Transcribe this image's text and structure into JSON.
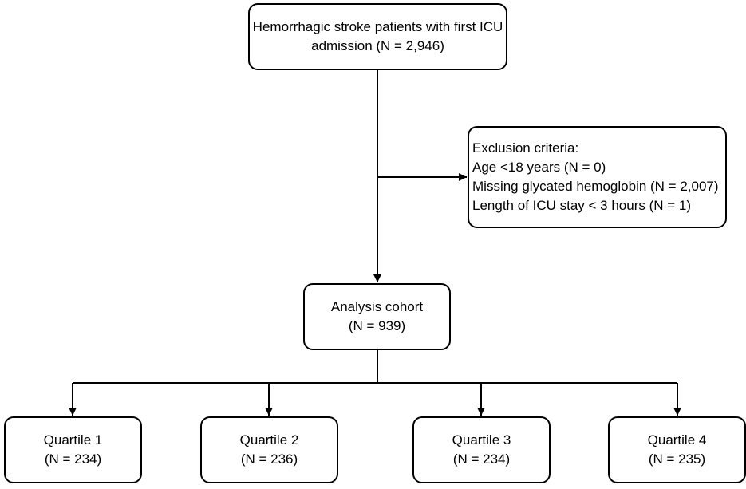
{
  "boxes": {
    "top": {
      "line1": "Hemorrhagic stroke patients with first ICU",
      "line2": "admission (N = 2,946)"
    },
    "exclusion": {
      "heading": "Exclusion criteria:",
      "items": [
        "Age <18 years (N = 0)",
        "Missing glycated hemoglobin (N = 2,007)",
        "Length of ICU stay < 3 hours (N = 1)"
      ]
    },
    "cohort": {
      "label": "Analysis cohort",
      "count": "(N = 939)"
    },
    "quartiles": [
      {
        "label": "Quartile 1",
        "count": "(N = 234)"
      },
      {
        "label": "Quartile 2",
        "count": "(N = 236)"
      },
      {
        "label": "Quartile 3",
        "count": "(N = 234)"
      },
      {
        "label": "Quartile 4",
        "count": "(N = 235)"
      }
    ]
  }
}
